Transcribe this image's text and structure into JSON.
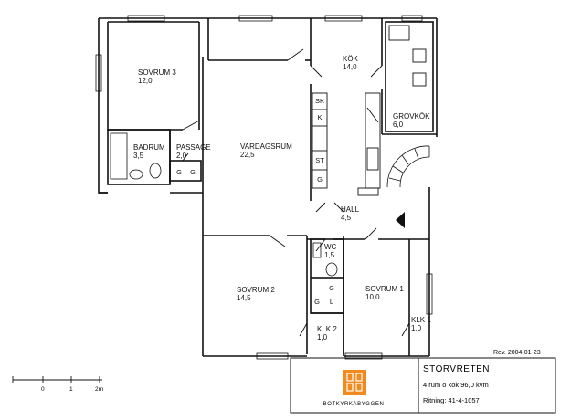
{
  "rooms": {
    "sovrum3": {
      "name": "SOVRUM 3",
      "area": "12,0"
    },
    "vardagsrum": {
      "name": "VARDAGSRUM",
      "area": "22,5"
    },
    "kok": {
      "name": "KÖK",
      "area": "14,0"
    },
    "grovkok": {
      "name": "GROVKÖK",
      "area": "6,0"
    },
    "badrum": {
      "name": "BADRUM",
      "area": "3,5"
    },
    "passage": {
      "name": "PASSAGE",
      "area": "2,0"
    },
    "hall": {
      "name": "HALL",
      "area": "4,5"
    },
    "wc": {
      "name": "WC",
      "area": "1,5"
    },
    "sovrum2": {
      "name": "SOVRUM 2",
      "area": "14,5"
    },
    "sovrum1": {
      "name": "SOVRUM 1",
      "area": "10,0"
    },
    "klk2": {
      "name": "KLK 2",
      "area": "1,0"
    },
    "klk1": {
      "name": "KLK 1",
      "area": "1,0"
    }
  },
  "fixtures": {
    "sk": "SK",
    "k": "K",
    "st": "ST",
    "g": "G",
    "l": "L"
  },
  "title_block": {
    "revision": "Rev. 2004-01-23",
    "name": "STORVRETEN",
    "description": "4 rum o kök 96,0 kvm",
    "drawing": "Ritning: 41-4-1057",
    "brand": "BOTKYRKABYGGEN",
    "logo_text": "BOTKYRKA BYGGEN"
  },
  "scale": {
    "ticks": [
      "0",
      "1",
      "2m"
    ]
  },
  "colors": {
    "line": "#111111",
    "logo": "#f28a1e"
  }
}
